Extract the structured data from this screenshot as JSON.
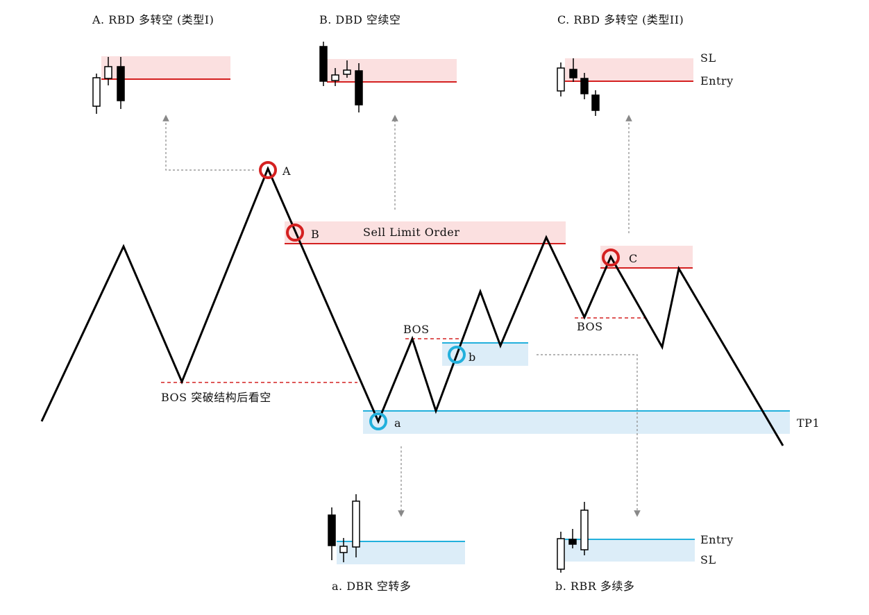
{
  "titles": {
    "A": "A. RBD 多转空 (类型I)",
    "B": "B. DBD 空续空",
    "C": "C. RBD 多转空 (类型II)",
    "a": "a. DBR 空转多",
    "b": "b. RBR 多续多"
  },
  "labels": {
    "A": "A",
    "B": "B",
    "C": "C",
    "a": "a",
    "b": "b",
    "sell_limit": "Sell Limit Order",
    "bos_main": "BOS 突破结构后看空",
    "bos_1": "BOS",
    "bos_2": "BOS",
    "tp1": "TP1",
    "sl_c": "SL",
    "entry_c": "Entry",
    "entry_b": "Entry",
    "sl_b": "SL"
  },
  "colors": {
    "supply_fill": "#fbe0e0",
    "supply_line": "#d42020",
    "demand_fill": "#dcedf8",
    "demand_line": "#22b0dc",
    "price_line": "#000000",
    "arrow": "#888888"
  }
}
